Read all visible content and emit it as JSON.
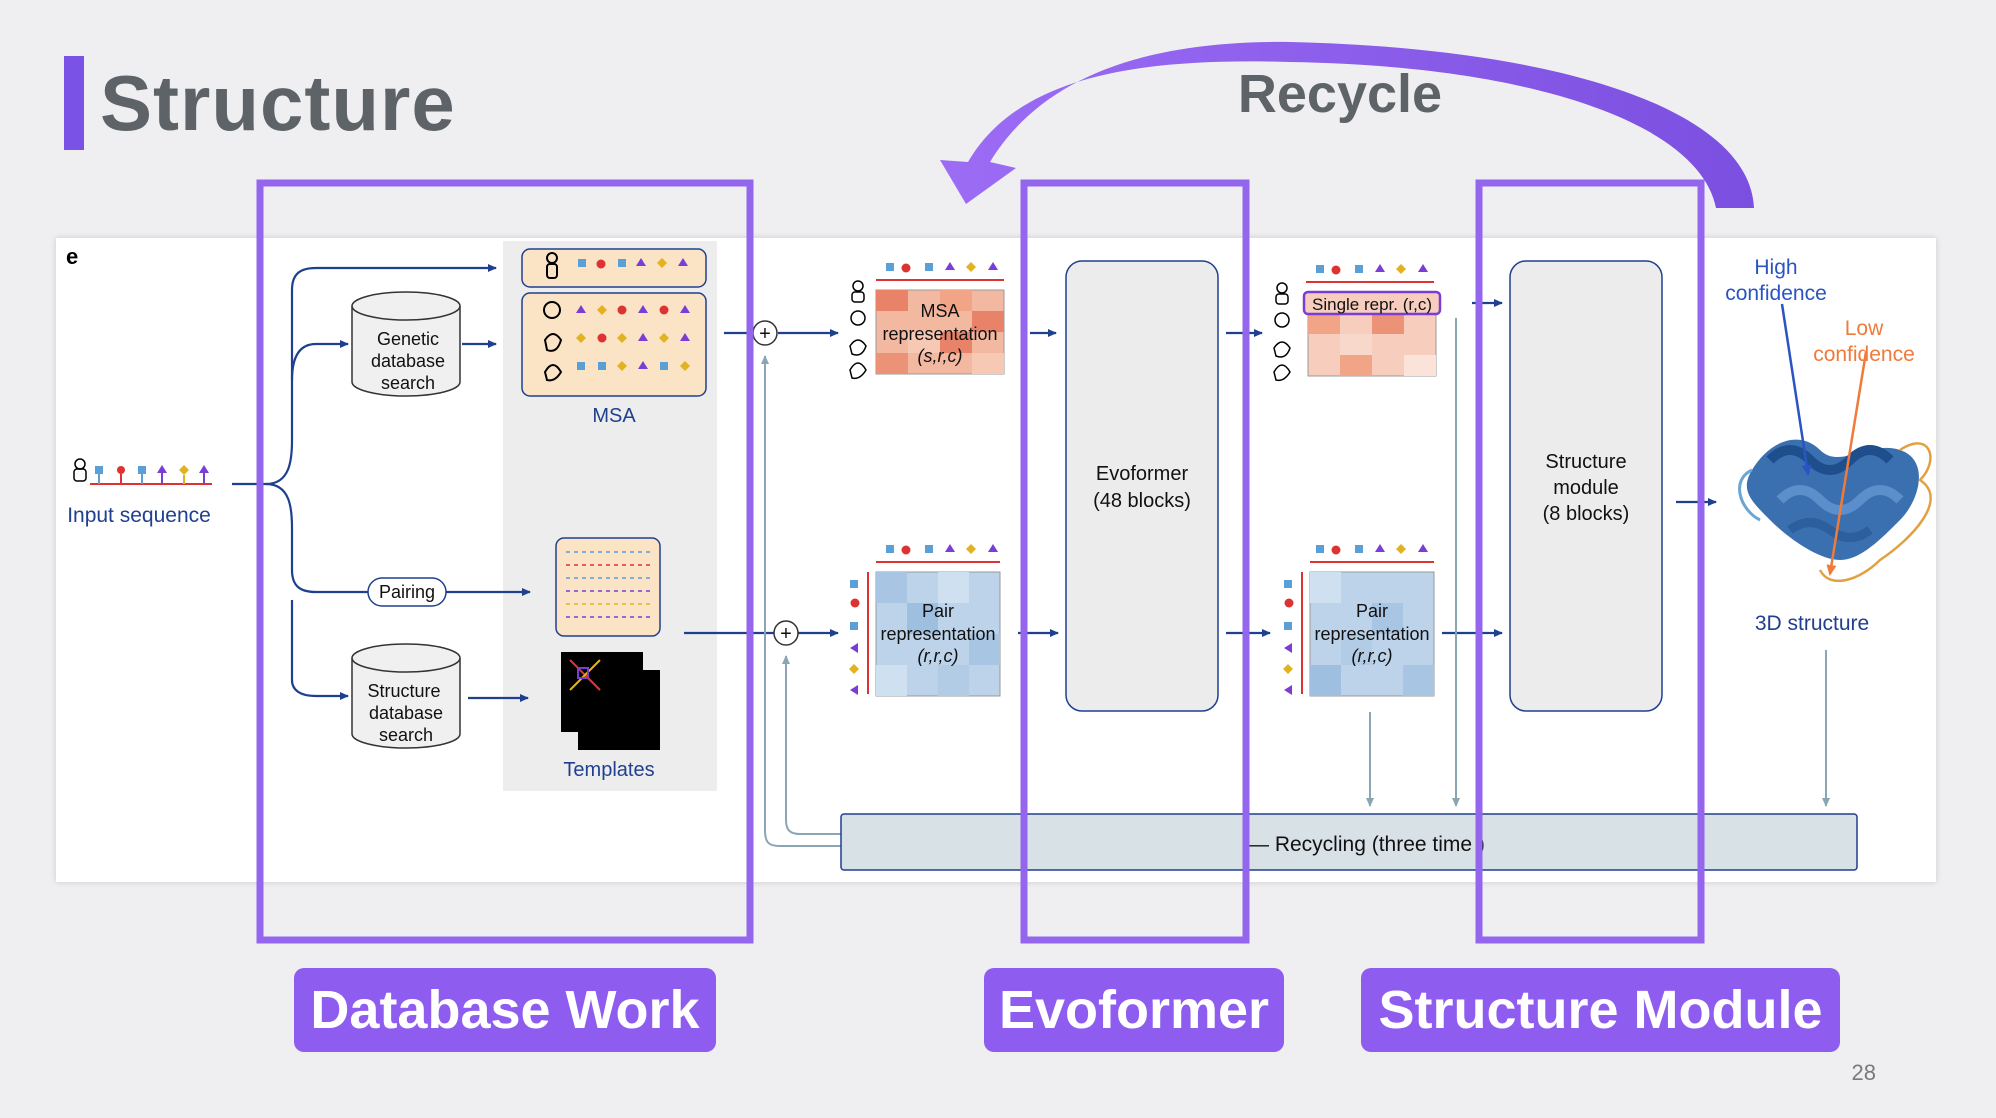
{
  "slide": {
    "title": "Structure",
    "page_number": "28"
  },
  "recycle_label": "Recycle",
  "panel_letter": "e",
  "input_label": "Input sequence",
  "genetic_db": [
    "Genetic",
    "database",
    "search"
  ],
  "structure_db": [
    "Structure",
    "database",
    "search"
  ],
  "pairing_label": "Pairing",
  "msa_label": "MSA",
  "templates_label": "Templates",
  "msa_repr": [
    "MSA",
    "representation",
    "(s,r,c)"
  ],
  "pair_repr": [
    "Pair",
    "representation",
    "(r,r,c)"
  ],
  "single_repr": "Single repr. (r,c)",
  "evoformer_box": [
    "Evoformer",
    "(48 blocks)"
  ],
  "structure_box": [
    "Structure",
    "module",
    "(8 blocks)"
  ],
  "high_confidence": [
    "High",
    "confidence"
  ],
  "low_confidence": [
    "Low",
    "confidence"
  ],
  "structure_3d_label": "3D structure",
  "recycling_label": "— Recycling (three time )",
  "sections": [
    "Database Work",
    "Evoformer",
    "Structure Module"
  ],
  "colors": {
    "accent": "#8f5cf0",
    "navy": "#1f3f8f",
    "msa_red": "#e8836a",
    "pair_blue": "#a8c6e3",
    "high_conf": "#2a54c4",
    "low_conf": "#f07a3a"
  }
}
